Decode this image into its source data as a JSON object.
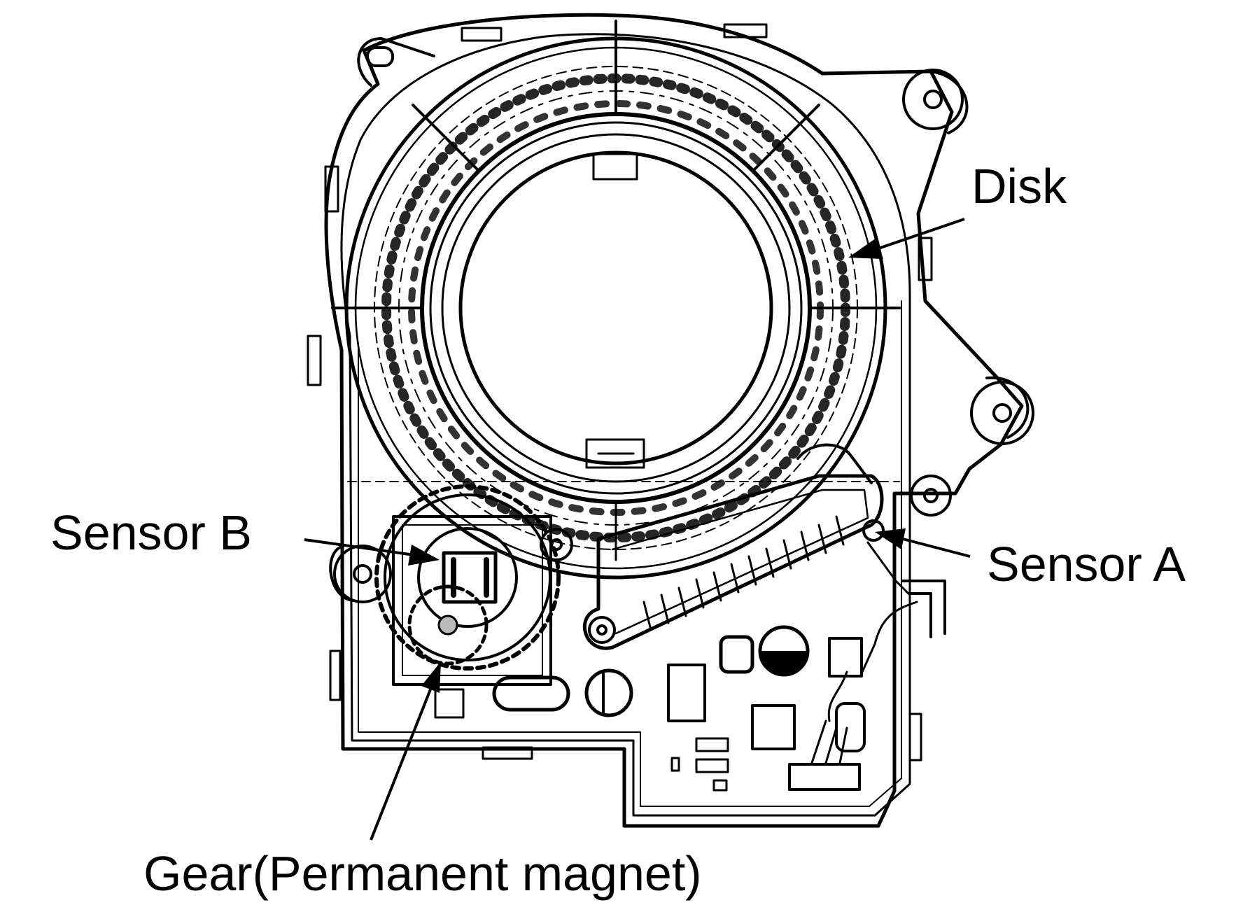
{
  "labels": {
    "disk": "Disk",
    "sensor_b": "Sensor B",
    "sensor_a": "Sensor A",
    "gear": "Gear(Permanent magnet)"
  }
}
